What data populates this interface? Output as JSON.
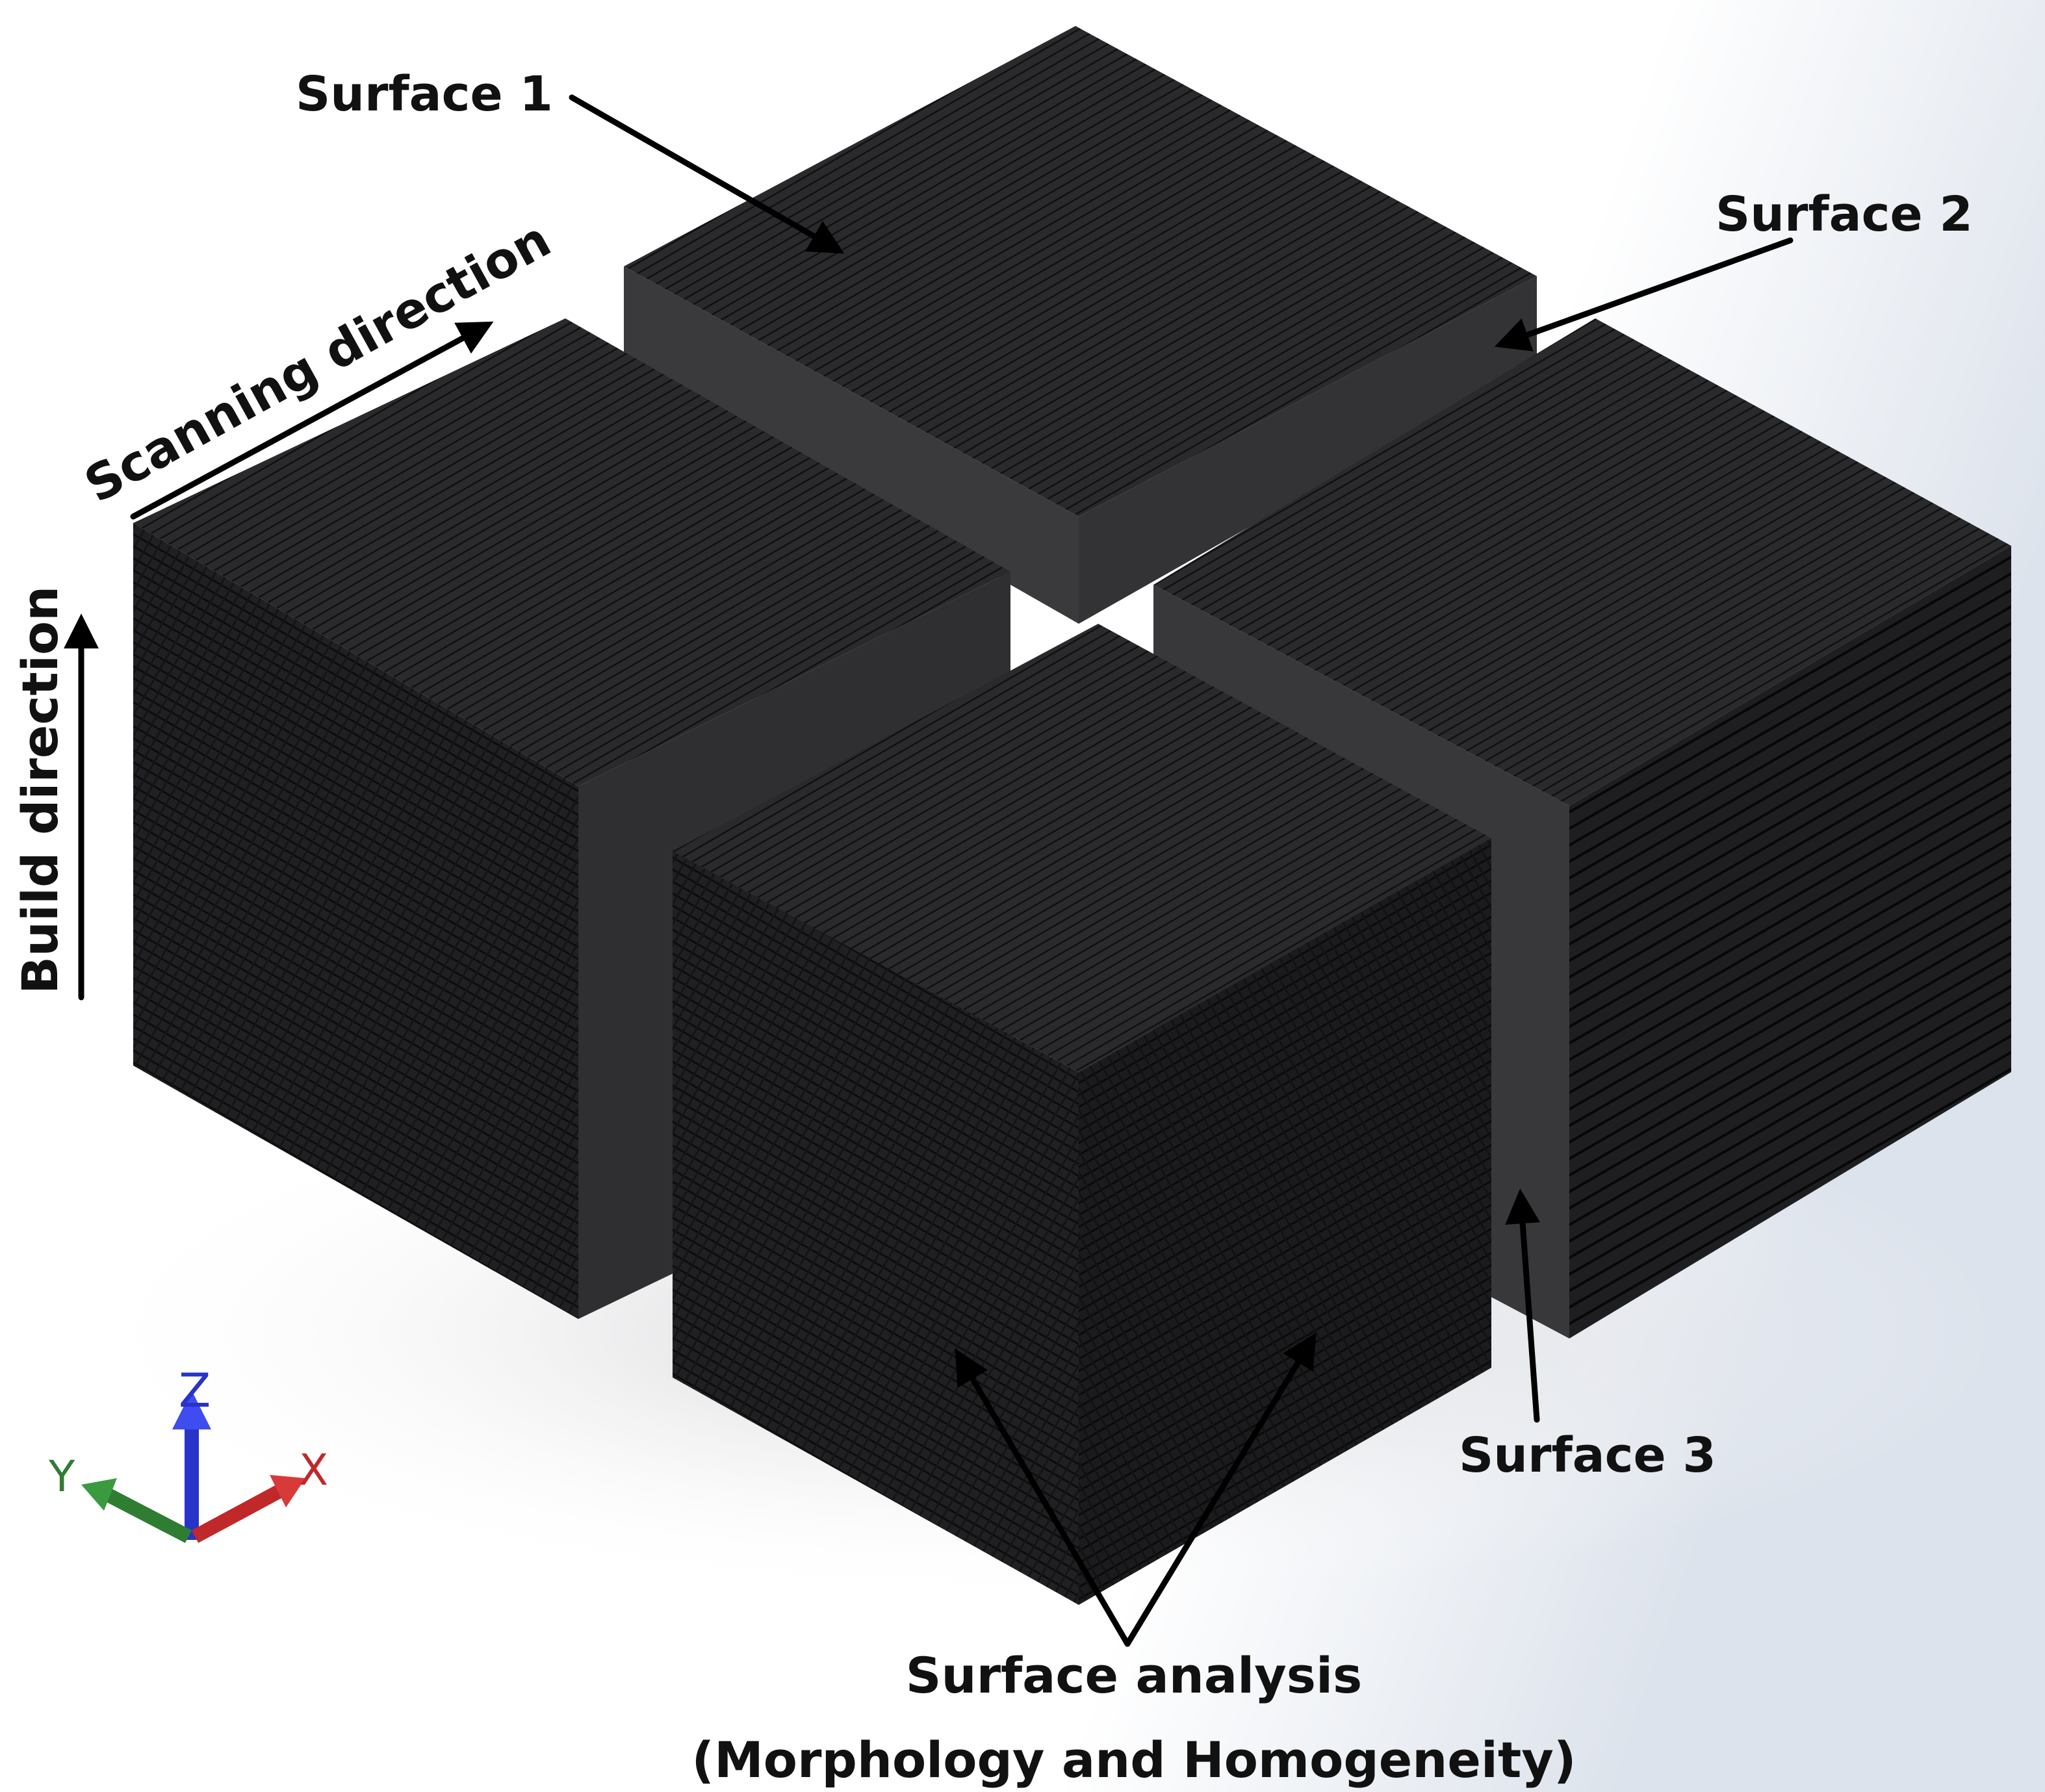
{
  "labels": {
    "surface_1": "Surface 1",
    "surface_2": "Surface 2",
    "surface_3": "Surface 3",
    "scanning_direction": "Scanning direction",
    "build_direction": "Build direction",
    "analysis_line_1": "Surface analysis",
    "analysis_line_2": "(Morphology and Homogeneity)"
  },
  "axes": {
    "x": "X",
    "y": "Y",
    "z": "Z"
  },
  "colors": {
    "top_face": "#2a2a2c",
    "left_face": "#1e1e20",
    "right_face": "#18181a",
    "cut_face": "#3a3a3d",
    "hatch": "#0b0b0c",
    "axis_x": "#c0282a",
    "axis_y": "#2e7d32",
    "axis_z": "#2833c8"
  }
}
